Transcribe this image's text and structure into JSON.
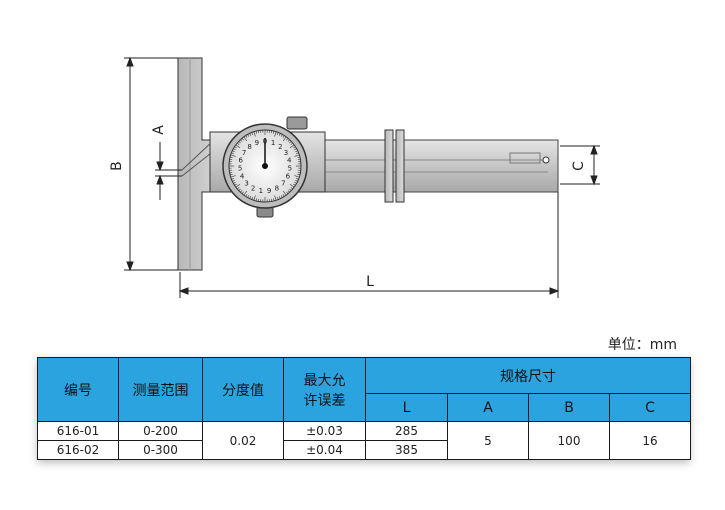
{
  "drawing": {
    "dim_labels": {
      "A": "A",
      "B": "B",
      "C": "C",
      "L": "L"
    },
    "dial_numbers": [
      "0",
      "1",
      "2",
      "3",
      "4",
      "5",
      "6",
      "7",
      "8",
      "9",
      "1",
      "2",
      "3",
      "4",
      "5",
      "6",
      "7",
      "8",
      "9"
    ]
  },
  "unit_label": "单位：mm",
  "table": {
    "headers": {
      "code": "编号",
      "range": "测量范围",
      "resolution": "分度值",
      "error_line1": "最大允",
      "error_line2": "许误差",
      "spec": "规格尺寸",
      "L": "L",
      "A": "A",
      "B": "B",
      "C": "C"
    },
    "rows": [
      {
        "code": "616-01",
        "range": "0-200",
        "error": "±0.03",
        "L": "285"
      },
      {
        "code": "616-02",
        "range": "0-300",
        "error": "±0.04",
        "L": "385"
      }
    ],
    "shared": {
      "resolution": "0.02",
      "A": "5",
      "B": "100",
      "C": "16"
    }
  }
}
